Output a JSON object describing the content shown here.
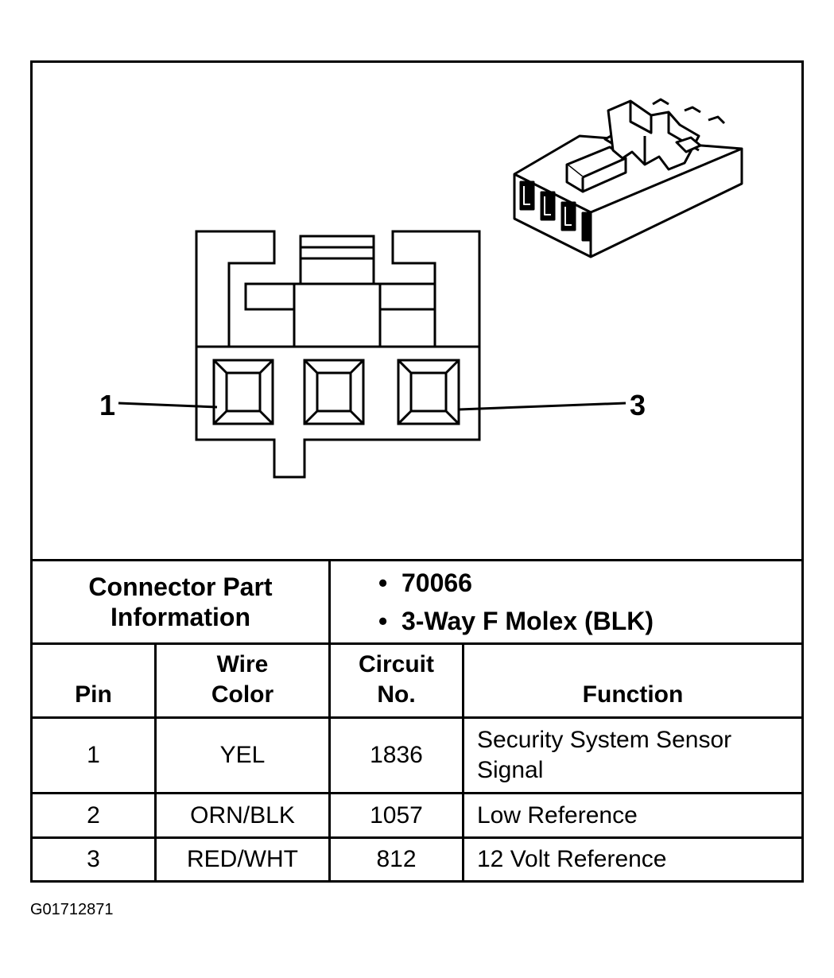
{
  "diagram": {
    "pin_labels": [
      "1",
      "3"
    ]
  },
  "connector_info": {
    "header": "Connector Part Information",
    "bullets": [
      "70066",
      "3-Way F Molex (BLK)"
    ]
  },
  "table": {
    "headers": {
      "pin": "Pin",
      "wire_color": "Wire Color",
      "circuit_no": "Circuit No.",
      "function": "Function"
    },
    "rows": [
      {
        "pin": "1",
        "wire_color": "YEL",
        "circuit": "1836",
        "function": "Security System Sensor Signal"
      },
      {
        "pin": "2",
        "wire_color": "ORN/BLK",
        "circuit": "1057",
        "function": "Low Reference"
      },
      {
        "pin": "3",
        "wire_color": "RED/WHT",
        "circuit": "812",
        "function": "12 Volt Reference"
      }
    ]
  },
  "footer": {
    "code": "G01712871"
  }
}
